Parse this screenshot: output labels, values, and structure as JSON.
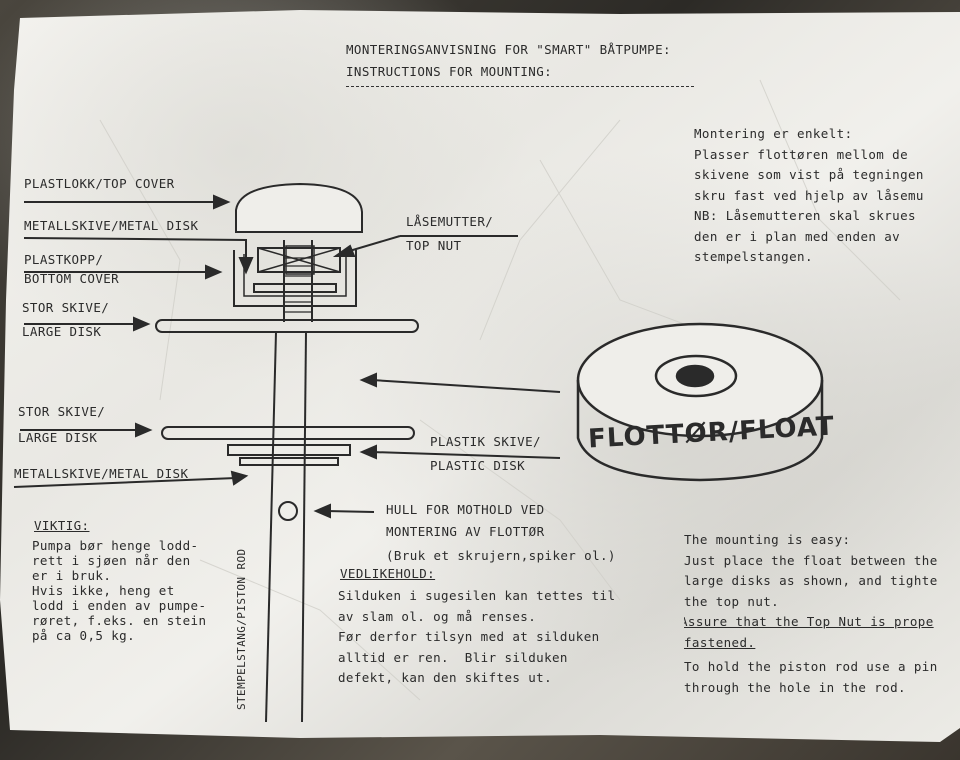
{
  "title": {
    "line1": "MONTERINGSANVISNING FOR \"SMART\" BÅTPUMPE:",
    "line2": "INSTRUCTIONS FOR MOUNTING:"
  },
  "labels": {
    "top_cover": "PLASTLOKK/TOP COVER",
    "metal_disk_top": "METALLSKIVE/METAL DISK",
    "bottom_cover_1": "PLASTKOPP/",
    "bottom_cover_2": "BOTTOM COVER",
    "large_disk_1a": "STOR SKIVE/",
    "large_disk_1b": "LARGE DISK",
    "large_disk_2a": "STOR SKIVE/",
    "large_disk_2b": "LARGE DISK",
    "metal_disk_bottom": "METALLSKIVE/METAL DISK",
    "top_nut_1": "LÅSEMUTTER/",
    "top_nut_2": "TOP NUT",
    "plastic_disk_1": "PLASTIK SKIVE/",
    "plastic_disk_2": "PLASTIC DISK",
    "hole_1": "HULL FOR MOTHOLD VED",
    "hole_2": "MONTERING AV FLOTTØR",
    "hole_3": "(Bruk et skrujern,spiker ol.)",
    "piston_rod": "STEMPELSTANG/PISTON ROD",
    "float": "FLOTTØR/FLOAT"
  },
  "norwegian_instructions": [
    "Montering er enkelt:",
    "Plasser flottøren mellom de",
    "skivene som vist på tegningen",
    "skru fast ved hjelp av låsemu",
    "NB: Låsemutteren skal skrues",
    "den er i plan med enden av",
    "stempelstangen."
  ],
  "viktig": {
    "heading": "VIKTIG:",
    "lines": [
      "Pumpa bør henge lodd-",
      "rett i sjøen når den",
      "er i bruk.",
      "Hvis ikke, heng et",
      "lodd i enden av pumpe-",
      "røret, f.eks. en stein",
      "på ca 0,5 kg."
    ]
  },
  "maintenance": {
    "heading": "VEDLIKEHOLD:",
    "lines": [
      "Silduken i sugesilen kan tettes til",
      "av slam ol. og må renses.",
      "Før derfor tilsyn med at silduken",
      "alltid er ren.  Blir silduken",
      "defekt, kan den skiftes ut."
    ]
  },
  "english_instructions": {
    "lines_a": [
      "The mounting is easy:",
      "Just place the float between the",
      "large disks as shown, and tighte",
      "the top nut."
    ],
    "assure_1": "Assure that the Top Nut is prope",
    "assure_2": "fastened.",
    "lines_b": [
      "To hold the piston rod use a pin",
      "through the hole in the rod."
    ]
  },
  "colors": {
    "paper": "#efeeea",
    "ink": "#2b2b2b",
    "table": "#3a3a36"
  }
}
